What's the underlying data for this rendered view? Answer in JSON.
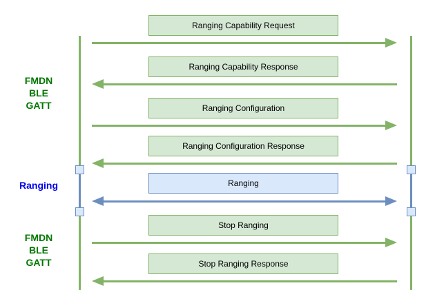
{
  "diagram": {
    "type": "sequence-protocol-flow",
    "background": "#ffffff",
    "colors": {
      "green_fill": "#d5e8d4",
      "green_stroke": "#82b366",
      "blue_fill": "#dae8fc",
      "blue_stroke": "#6c8ebf",
      "phase_label_green": "#007700",
      "phase_label_blue": "#0000ee",
      "message_text": "#000000"
    },
    "lifelines": [
      {
        "side": "left",
        "color": "#82b366",
        "activation": {
          "color": "#6c8ebf",
          "squares": 2
        }
      },
      {
        "side": "right",
        "color": "#82b366",
        "activation": {
          "color": "#6c8ebf",
          "squares": 2
        }
      }
    ],
    "phases": [
      {
        "id": "fmdn-ble-gatt-top",
        "label": "FMDN\nBLE\nGATT",
        "color": "#007700"
      },
      {
        "id": "ranging",
        "label": "Ranging",
        "color": "#0000ee"
      },
      {
        "id": "fmdn-ble-gatt-bottom",
        "label": "FMDN\nBLE\nGATT",
        "color": "#007700"
      }
    ],
    "messages": [
      {
        "label": "Ranging Capability Request",
        "direction": "right",
        "style": "green",
        "phase": "FMDN BLE GATT"
      },
      {
        "label": "Ranging Capability Response",
        "direction": "left",
        "style": "green",
        "phase": "FMDN BLE GATT"
      },
      {
        "label": "Ranging Configuration",
        "direction": "right",
        "style": "green",
        "phase": "FMDN BLE GATT"
      },
      {
        "label": "Ranging Configuration Response",
        "direction": "left",
        "style": "green",
        "phase": "FMDN BLE GATT"
      },
      {
        "label": "Ranging",
        "direction": "both",
        "style": "blue",
        "phase": "Ranging"
      },
      {
        "label": "Stop Ranging",
        "direction": "right",
        "style": "green",
        "phase": "FMDN BLE GATT"
      },
      {
        "label": "Stop Ranging Response",
        "direction": "left",
        "style": "green",
        "phase": "FMDN BLE GATT"
      }
    ]
  }
}
